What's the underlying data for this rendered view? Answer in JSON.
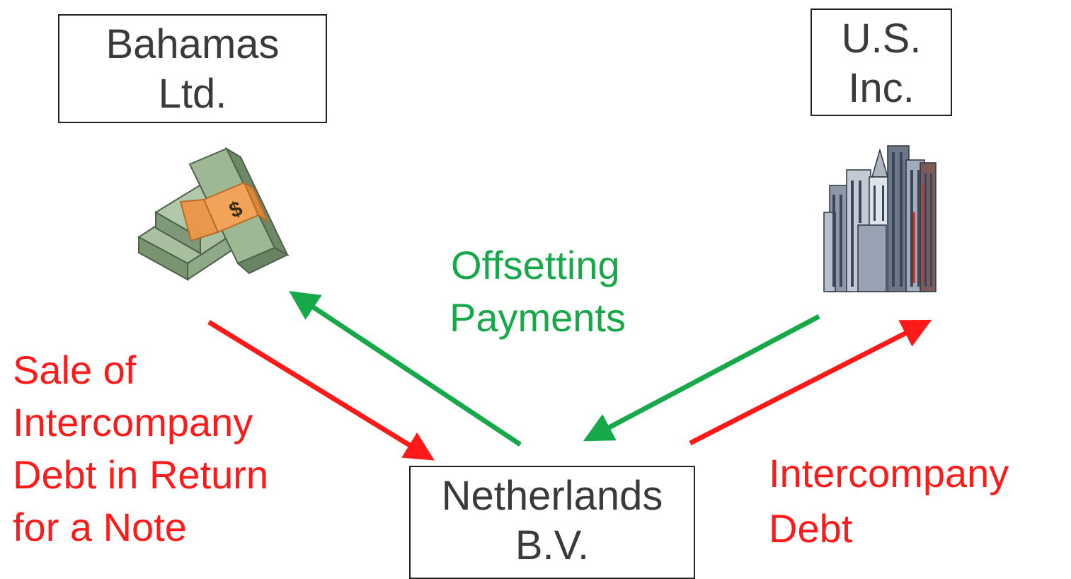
{
  "entities": {
    "bahamas": {
      "line1": "Bahamas",
      "line2": "Ltd."
    },
    "us": {
      "line1": "U.S.",
      "line2": "Inc."
    },
    "netherlands": {
      "line1": "Netherlands",
      "line2": "B.V."
    }
  },
  "labels": {
    "offsetting": {
      "line1": "Offsetting",
      "line2": "Payments"
    },
    "sale": {
      "line1": "Sale of",
      "line2": "Intercompany",
      "line3": "Debt in Return",
      "line4": "for a Note"
    },
    "intercompany_debt": {
      "line1": "Intercompany",
      "line2": "Debt"
    }
  },
  "icons": {
    "bahamas_icon": "money-stack-icon",
    "us_icon": "skyscrapers-icon",
    "money_symbol": "$"
  },
  "colors": {
    "red_arrow": "#ff1a1a",
    "green_arrow": "#17a84a",
    "box_border": "#222222",
    "box_text": "#3a3a3a"
  }
}
